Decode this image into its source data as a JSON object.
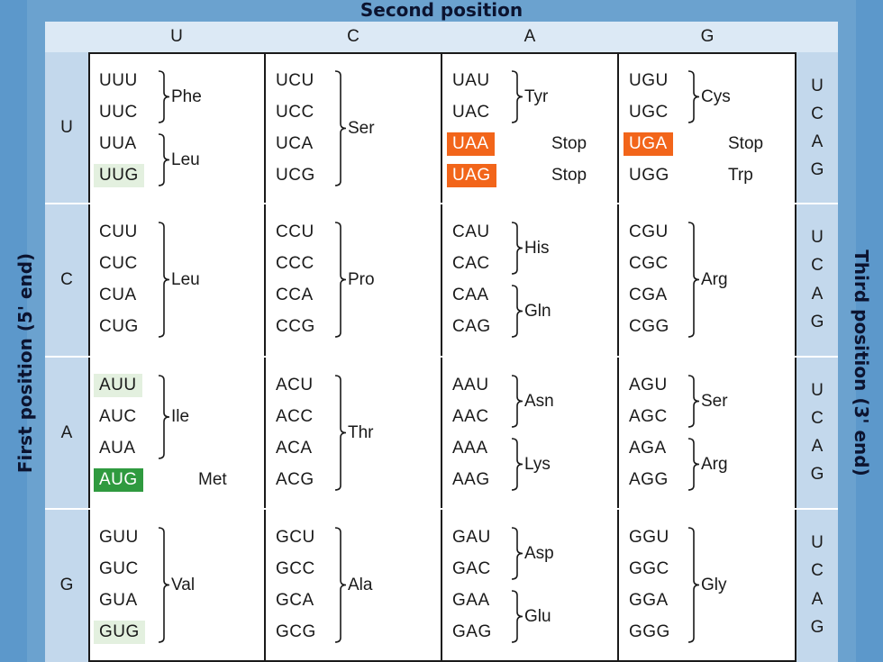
{
  "titles": {
    "second": "Second position",
    "first": "First position (5' end)",
    "third": "Third position (3' end)"
  },
  "bases": [
    "U",
    "C",
    "A",
    "G"
  ],
  "colors": {
    "stop": "#f2651a",
    "start": "#2f9a3f",
    "ambiguous": "#e3f0df"
  },
  "rows": [
    {
      "first": "U",
      "cells": [
        {
          "codons": [
            "UUU",
            "UUC",
            "UUA",
            "UUG"
          ],
          "highlights": [
            null,
            null,
            null,
            "light"
          ],
          "groups": [
            {
              "from": 0,
              "to": 1,
              "label": "Phe"
            },
            {
              "from": 2,
              "to": 3,
              "label": "Leu"
            }
          ]
        },
        {
          "codons": [
            "UCU",
            "UCC",
            "UCA",
            "UCG"
          ],
          "highlights": [
            null,
            null,
            null,
            null
          ],
          "groups": [
            {
              "from": 0,
              "to": 3,
              "label": "Ser"
            }
          ]
        },
        {
          "codons": [
            "UAU",
            "UAC",
            "UAA",
            "UAG"
          ],
          "highlights": [
            null,
            null,
            "orange",
            "orange"
          ],
          "groups": [
            {
              "from": 0,
              "to": 1,
              "label": "Tyr"
            },
            {
              "from": 2,
              "to": 2,
              "label": "Stop"
            },
            {
              "from": 3,
              "to": 3,
              "label": "Stop"
            }
          ]
        },
        {
          "codons": [
            "UGU",
            "UGC",
            "UGA",
            "UGG"
          ],
          "highlights": [
            null,
            null,
            "orange",
            null
          ],
          "groups": [
            {
              "from": 0,
              "to": 1,
              "label": "Cys"
            },
            {
              "from": 2,
              "to": 2,
              "label": "Stop"
            },
            {
              "from": 3,
              "to": 3,
              "label": "Trp"
            }
          ]
        }
      ]
    },
    {
      "first": "C",
      "cells": [
        {
          "codons": [
            "CUU",
            "CUC",
            "CUA",
            "CUG"
          ],
          "highlights": [
            null,
            null,
            null,
            null
          ],
          "groups": [
            {
              "from": 0,
              "to": 3,
              "label": "Leu"
            }
          ]
        },
        {
          "codons": [
            "CCU",
            "CCC",
            "CCA",
            "CCG"
          ],
          "highlights": [
            null,
            null,
            null,
            null
          ],
          "groups": [
            {
              "from": 0,
              "to": 3,
              "label": "Pro"
            }
          ]
        },
        {
          "codons": [
            "CAU",
            "CAC",
            "CAA",
            "CAG"
          ],
          "highlights": [
            null,
            null,
            null,
            null
          ],
          "groups": [
            {
              "from": 0,
              "to": 1,
              "label": "His"
            },
            {
              "from": 2,
              "to": 3,
              "label": "Gln"
            }
          ]
        },
        {
          "codons": [
            "CGU",
            "CGC",
            "CGA",
            "CGG"
          ],
          "highlights": [
            null,
            null,
            null,
            null
          ],
          "groups": [
            {
              "from": 0,
              "to": 3,
              "label": "Arg"
            }
          ]
        }
      ]
    },
    {
      "first": "A",
      "cells": [
        {
          "codons": [
            "AUU",
            "AUC",
            "AUA",
            "AUG"
          ],
          "highlights": [
            "light",
            null,
            null,
            "green"
          ],
          "groups": [
            {
              "from": 0,
              "to": 2,
              "label": "Ile"
            },
            {
              "from": 3,
              "to": 3,
              "label": "Met"
            }
          ]
        },
        {
          "codons": [
            "ACU",
            "ACC",
            "ACA",
            "ACG"
          ],
          "highlights": [
            null,
            null,
            null,
            null
          ],
          "groups": [
            {
              "from": 0,
              "to": 3,
              "label": "Thr"
            }
          ]
        },
        {
          "codons": [
            "AAU",
            "AAC",
            "AAA",
            "AAG"
          ],
          "highlights": [
            null,
            null,
            null,
            null
          ],
          "groups": [
            {
              "from": 0,
              "to": 1,
              "label": "Asn"
            },
            {
              "from": 2,
              "to": 3,
              "label": "Lys"
            }
          ]
        },
        {
          "codons": [
            "AGU",
            "AGC",
            "AGA",
            "AGG"
          ],
          "highlights": [
            null,
            null,
            null,
            null
          ],
          "groups": [
            {
              "from": 0,
              "to": 1,
              "label": "Ser"
            },
            {
              "from": 2,
              "to": 3,
              "label": "Arg"
            }
          ]
        }
      ]
    },
    {
      "first": "G",
      "cells": [
        {
          "codons": [
            "GUU",
            "GUC",
            "GUA",
            "GUG"
          ],
          "highlights": [
            null,
            null,
            null,
            "light"
          ],
          "groups": [
            {
              "from": 0,
              "to": 3,
              "label": "Val"
            }
          ]
        },
        {
          "codons": [
            "GCU",
            "GCC",
            "GCA",
            "GCG"
          ],
          "highlights": [
            null,
            null,
            null,
            null
          ],
          "groups": [
            {
              "from": 0,
              "to": 3,
              "label": "Ala"
            }
          ]
        },
        {
          "codons": [
            "GAU",
            "GAC",
            "GAA",
            "GAG"
          ],
          "highlights": [
            null,
            null,
            null,
            null
          ],
          "groups": [
            {
              "from": 0,
              "to": 1,
              "label": "Asp"
            },
            {
              "from": 2,
              "to": 3,
              "label": "Glu"
            }
          ]
        },
        {
          "codons": [
            "GGU",
            "GGC",
            "GGA",
            "GGG"
          ],
          "highlights": [
            null,
            null,
            null,
            null
          ],
          "groups": [
            {
              "from": 0,
              "to": 3,
              "label": "Gly"
            }
          ]
        }
      ]
    }
  ]
}
